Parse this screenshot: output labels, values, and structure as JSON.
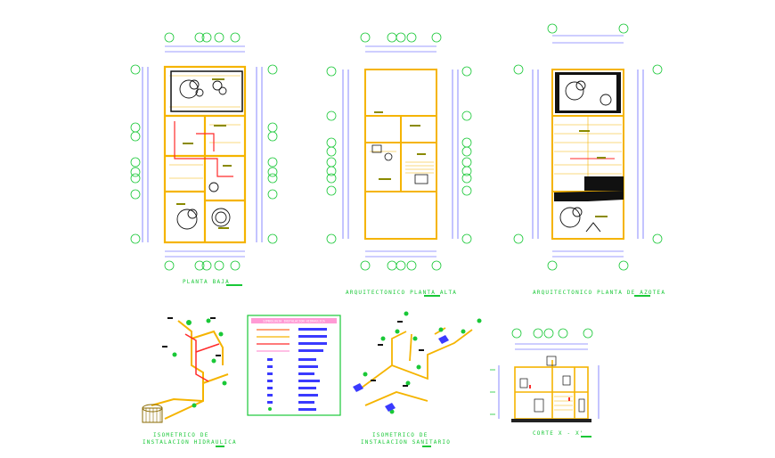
{
  "drawing_set": {
    "views": [
      {
        "id": "planta-baja",
        "caption": "PLANTA BAJA"
      },
      {
        "id": "planta-alta",
        "caption": "ARQUITECTONICO PLANTA ALTA"
      },
      {
        "id": "planta-azotea",
        "caption": "ARQUITECTONICO PLANTA DE AZOTEA"
      },
      {
        "id": "iso-hidraulico",
        "caption": "ISOMETRICO DE INSTALACION HIDRAULICA"
      },
      {
        "id": "iso-sanitario",
        "caption": "ISOMETRICO DE INSTALACION SANITARIO"
      },
      {
        "id": "corte",
        "caption": "CORTE X - X'"
      }
    ],
    "legend": {
      "title": "SIMBOLOGIA INSTALACION HIDRAULICA"
    },
    "colors": {
      "background": "#ffffff",
      "grid_axis": "#19c837",
      "walls": "#f5b400",
      "dimension": "#3a3aff",
      "text_notes": "#8a8a00",
      "piping_red": "#ff2a2a",
      "caption": "#19c837",
      "legend_fill": "#ff9ad5",
      "furniture": "#222222"
    }
  }
}
